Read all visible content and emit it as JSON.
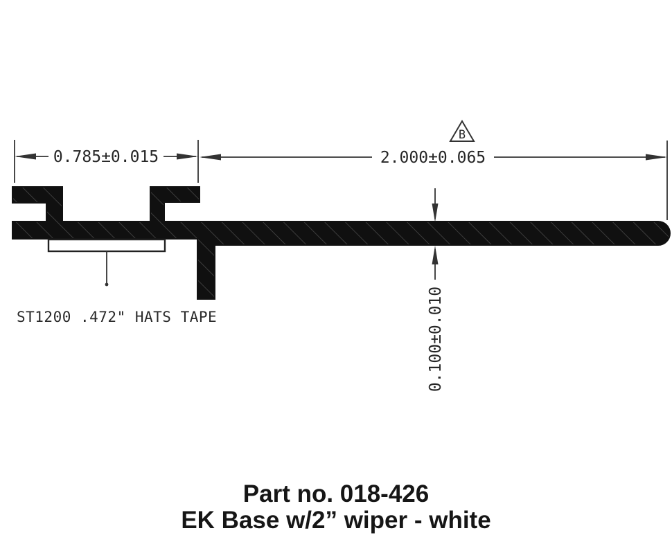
{
  "drawing": {
    "base_width_dim": "0.785±0.015",
    "blade_length_dim": "2.000±0.065",
    "thickness_dim": "0.100±0.010",
    "datum_label": "B",
    "tape_note": "ST1200 .472\" HATS TAPE",
    "colors": {
      "ink": "#111111",
      "line": "#333333",
      "background": "#ffffff"
    }
  },
  "footer": {
    "part_line": "Part no. 018-426",
    "description_line": "EK Base w/2” wiper - white"
  }
}
